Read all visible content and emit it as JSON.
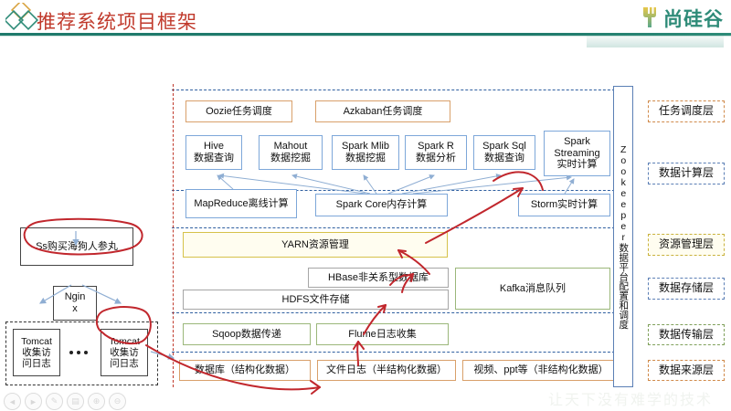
{
  "header": {
    "title": "推荐系统项目框架",
    "brand_name": "尚硅谷",
    "brand_icon": "fork-logo-icon",
    "diamond_icon": "diamond-logo-icon"
  },
  "watermark": "让天下没有难学的技术",
  "zookeeper": {
    "label": "Zookeeper数据平台配置和调度"
  },
  "layer_labels": [
    {
      "label": "任务调度层",
      "style": "n-orangedot"
    },
    {
      "label": "数据计算层",
      "style": "n-bluedot"
    },
    {
      "label": "资源管理层",
      "style": "n-yellowdot"
    },
    {
      "label": "数据存储层",
      "style": "n-bluedot"
    },
    {
      "label": "数据传输层",
      "style": "n-greendot"
    },
    {
      "label": "数据来源层",
      "style": "n-orangedot"
    }
  ],
  "scheduling": [
    {
      "label": "Oozie任务调度"
    },
    {
      "label": "Azkaban任务调度"
    }
  ],
  "compute_top": [
    {
      "label": "Hive\n数据查询"
    },
    {
      "label": "Mahout\n数据挖掘"
    },
    {
      "label": "Spark Mlib\n数据挖掘"
    },
    {
      "label": "Spark R\n数据分析"
    },
    {
      "label": "Spark Sql\n数据查询"
    },
    {
      "label": "Spark\nStreaming\n实时计算"
    }
  ],
  "compute_mid": [
    {
      "label": "MapReduce离线计算"
    },
    {
      "label": "Spark Core内存计算"
    },
    {
      "label": "Storm实时计算"
    }
  ],
  "resource": {
    "label": "YARN资源管理"
  },
  "storage": [
    {
      "label": "HBase非关系型数据库"
    },
    {
      "label": "HDFS文件存储"
    },
    {
      "label": "Kafka消息队列"
    }
  ],
  "transport": [
    {
      "label": "Sqoop数据传递"
    },
    {
      "label": "Flume日志收集"
    }
  ],
  "sources": [
    {
      "label": "数据库（结构化数据）"
    },
    {
      "label": "文件日志（半结构化数据）"
    },
    {
      "label": "视频、ppt等（非结构化数据）"
    }
  ],
  "left_flow": {
    "top_box": "Ss购买海狗人参丸",
    "nginx": "Ngin\nx",
    "tomcat_left": "Tomcat\n收集访\n问日志",
    "tomcat_right": "Tomcat\n收集访\n问日志",
    "ellipsis": "•••"
  },
  "toolbar": [
    {
      "icon": "previous-slide-icon",
      "glyph": "◄"
    },
    {
      "icon": "next-slide-icon",
      "glyph": "►"
    },
    {
      "icon": "pen-icon",
      "glyph": "✎"
    },
    {
      "icon": "menu-icon",
      "glyph": "▤"
    },
    {
      "icon": "zoom-icon",
      "glyph": "⊕"
    },
    {
      "icon": "zoom-out-icon",
      "glyph": "⊖"
    }
  ],
  "colors": {
    "title_red": "#c0392b",
    "brand_green": "#2e8b78",
    "blue_border": "#7da7d9",
    "orange_border": "#d9a06a",
    "yellow_border": "#d6c24a",
    "green_border": "#9bb77a",
    "grey_border": "#a6a6a6",
    "red_ink": "#c1272d",
    "arrow_blue": "#8faed3"
  }
}
